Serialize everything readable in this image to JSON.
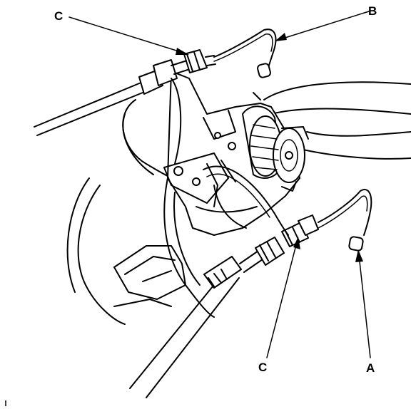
{
  "callouts": {
    "c_top": "C",
    "b": "B",
    "c_bottom": "C",
    "a": "A"
  },
  "colors": {
    "ink": "#000000",
    "paper": "#ffffff"
  }
}
